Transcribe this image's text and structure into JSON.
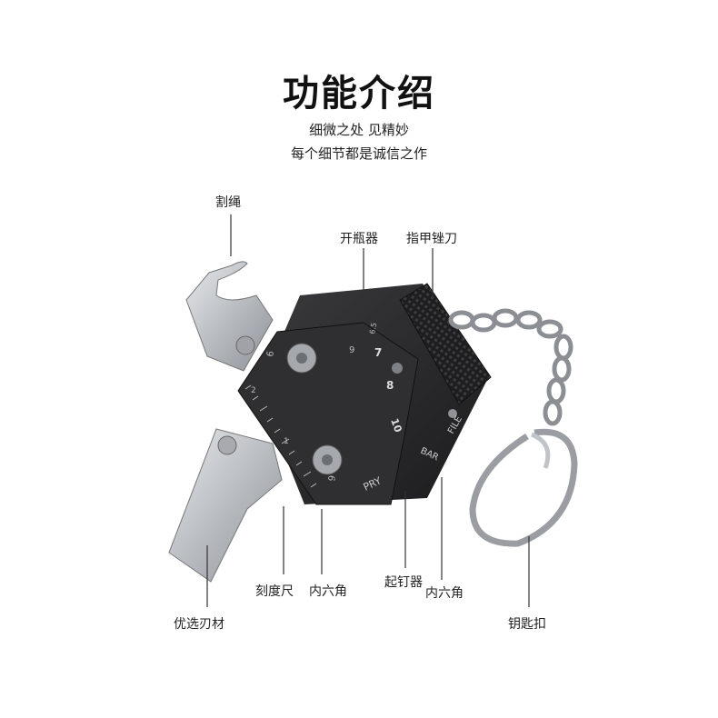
{
  "title": "功能介绍",
  "subtitle_1": "细微之处  见精妙",
  "subtitle_2": "每个细节都是诚信之作",
  "labels": {
    "rope_cutter": "割绳",
    "bottle_opener": "开瓶器",
    "nail_file": "指甲锉刀",
    "ruler": "刻度尺",
    "hex_1": "内六角",
    "nail_puller": "起钉器",
    "hex_2": "内六角",
    "blade": "优选刃材",
    "key_ring": "钥匙扣"
  },
  "engravings": {
    "num_a": "6",
    "num_b": "7",
    "num_c": "8",
    "num_d": "10",
    "num_e": "6.5",
    "num_f": "9",
    "num_g": "9",
    "pry": "PRY",
    "bar": "BAR",
    "file": "FILE",
    "ruler_1": "1",
    "ruler_2": "2"
  },
  "colors": {
    "body": "#2b2b2d",
    "steel": "#c9ccd0",
    "line": "#333333"
  }
}
